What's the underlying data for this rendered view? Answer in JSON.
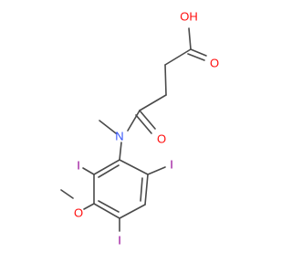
{
  "molecule": {
    "labels": {
      "hydroxyl": "OH",
      "acid_carbonyl_oxygen": "O",
      "amide_carbonyl_oxygen": "O",
      "amide_nitrogen": "N",
      "iodine_top_left": "I",
      "iodine_right": "I",
      "methoxy_oxygen": "O",
      "iodine_bottom": "I"
    },
    "colors": {
      "oxygen": "#ff0d0d",
      "nitrogen": "#3050f8",
      "iodine": "#940094",
      "bond": "#4a4a4a"
    }
  }
}
